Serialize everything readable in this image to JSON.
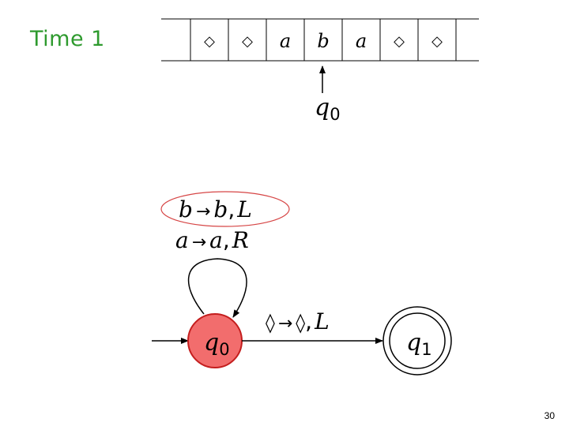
{
  "slide": {
    "title": "Time 1",
    "page_number": "30"
  },
  "tape": {
    "cells": [
      "◇",
      "◇",
      "a",
      "b",
      "a",
      "◇",
      "◇"
    ],
    "head_index": 3,
    "head_state": "q",
    "head_state_sub": "0"
  },
  "machine": {
    "states": [
      {
        "id": "q0",
        "label": "q",
        "sub": "0",
        "initial": true,
        "accepting": false,
        "highlighted": true,
        "fill": "#f26d6d",
        "stroke": "#c41e1e"
      },
      {
        "id": "q1",
        "label": "q",
        "sub": "1",
        "initial": false,
        "accepting": true,
        "highlighted": false
      }
    ],
    "loop_transitions": [
      {
        "read": "b",
        "arrow": "→",
        "write": "b",
        "move": "L",
        "highlighted": true
      },
      {
        "read": "a",
        "arrow": "→",
        "write": "a",
        "move": "R",
        "highlighted": false
      }
    ],
    "edge_transition": {
      "read": "◊",
      "arrow": "→",
      "write": "◊",
      "move": "L"
    }
  },
  "colors": {
    "title": "#2e9a2e",
    "highlight_ellipse": "#d64545",
    "active_state_fill": "#f26d6d",
    "active_state_stroke": "#c41e1e"
  }
}
